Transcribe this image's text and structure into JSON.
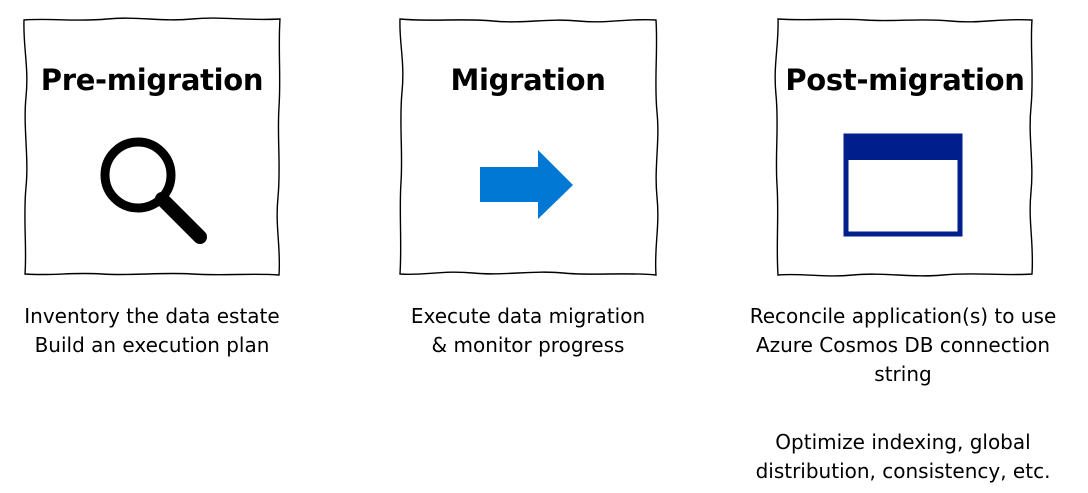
{
  "stages": [
    {
      "title": "Pre-migration",
      "icon": "magnifier-icon",
      "caption": [
        "Inventory the data estate",
        "Build an execution plan"
      ]
    },
    {
      "title": "Migration",
      "icon": "arrow-right-icon",
      "caption": [
        "Execute data migration",
        "& monitor progress"
      ]
    },
    {
      "title": "Post-migration",
      "icon": "window-icon",
      "caption": [
        "Reconcile application(s) to use",
        "Azure Cosmos DB connection",
        "string"
      ],
      "caption_extra": [
        "Optimize indexing, global",
        "distribution, consistency, etc."
      ]
    }
  ],
  "colors": {
    "arrow": "#0078d4",
    "window": "#001e8c",
    "frame": "#000000"
  }
}
